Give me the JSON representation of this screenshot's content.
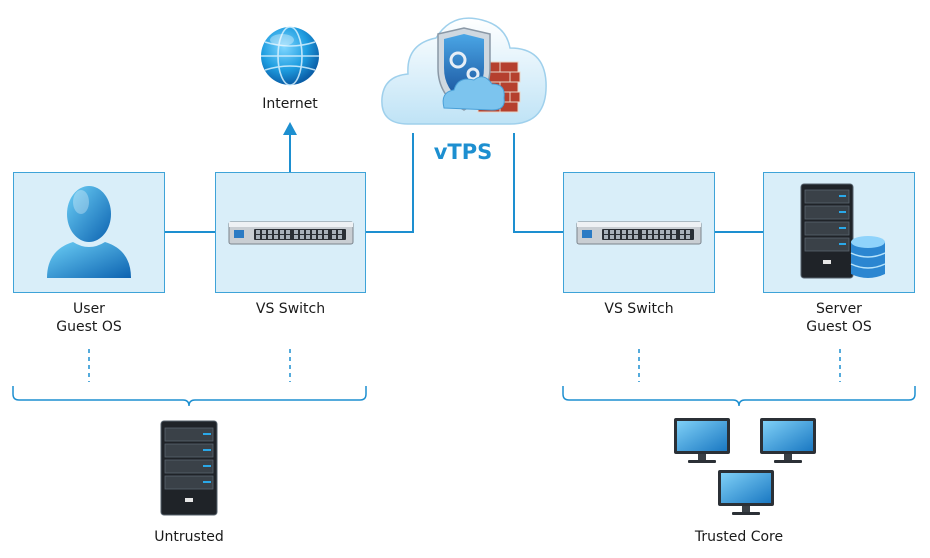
{
  "internet": {
    "label": "Internet"
  },
  "vtps": {
    "label": "vTPS"
  },
  "left": {
    "user": {
      "line1": "User",
      "line2": "Guest OS"
    },
    "switch": {
      "label": "VS Switch"
    },
    "zone": {
      "label": "Untrusted"
    }
  },
  "right": {
    "switch": {
      "label": "VS Switch"
    },
    "server": {
      "line1": "Server",
      "line2": "Guest OS"
    },
    "zone": {
      "label": "Trusted Core"
    }
  },
  "colors": {
    "accent": "#1d8fd0",
    "box_fill": "#d9eef9",
    "box_border": "#3ea3d8"
  }
}
